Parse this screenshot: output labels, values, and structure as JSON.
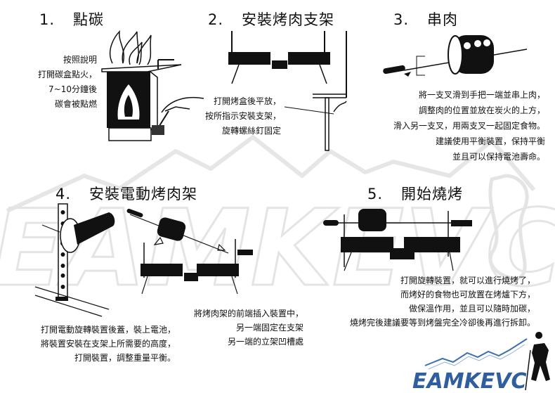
{
  "watermark": {
    "text": "EAMKEVC",
    "color": "#e8e8e8"
  },
  "steps": [
    {
      "number": "1.",
      "title": "點碳",
      "lines": [
        "按照說明",
        "打開碳盒點火，",
        "7~10分鐘後",
        "碳會被點燃"
      ]
    },
    {
      "number": "2.",
      "title": "安裝烤肉支架",
      "lines": [
        "打開烤盒後平放，",
        "按所指示安裝支架，",
        "旋轉螺絲釘固定"
      ]
    },
    {
      "number": "3.",
      "title": "串肉",
      "lines": [
        "將一支叉滑到手把一端並串上肉，",
        "調整肉的位置並放在炭火的上方，",
        "滑入另一支叉，用兩支叉一起固定食物。",
        "建議使用平衡裝置，保持平衡",
        "並且可以保持電池壽命。"
      ]
    },
    {
      "number": "4.",
      "title": "安裝電動烤肉架",
      "lines_left": [
        "打開電動旋轉裝置後蓋，裝上電池，",
        "將裝置安裝在支架上所需要的高度，",
        "打開裝置，調整重量平衡。"
      ],
      "lines_right": [
        "將烤肉架的前端插入裝置中，",
        "另一端固定在支架",
        "另一端的立架凹槽處"
      ]
    },
    {
      "number": "5.",
      "title": "開始燒烤",
      "lines": [
        "打開旋轉裝置，就可以進行燒烤了，",
        "而烤好的食物也可放置在烤爐下方，",
        "做保溫作用，並且可以隨時加碳，",
        "燒烤完後建議要等到烤盤完全冷卻後再進行拆卸。"
      ]
    }
  ],
  "logo": {
    "text": "EAMKEVC",
    "color": "#2f5f9e",
    "mountain_color": "#3a6fb0"
  }
}
